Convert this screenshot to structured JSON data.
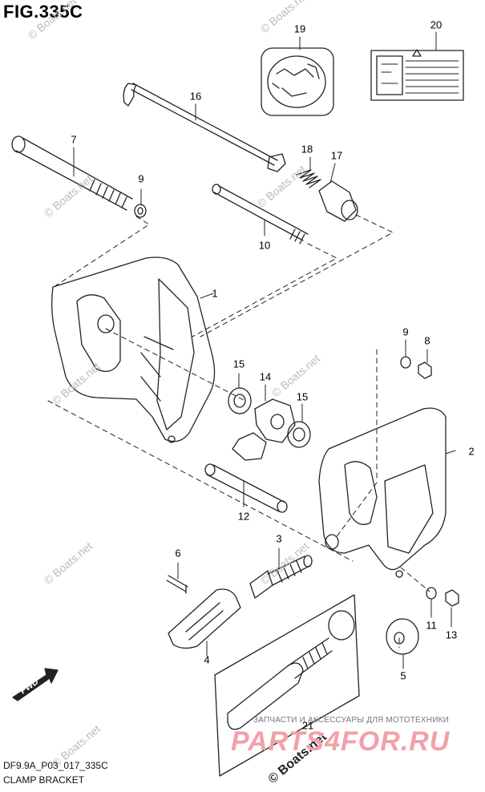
{
  "figure": {
    "title": "FIG.335C",
    "code": "DF9.9A_P03_017_335C",
    "caption": "CLAMP BRACKET"
  },
  "callouts": {
    "c1": "1",
    "c2": "2",
    "c3": "3",
    "c4": "4",
    "c5": "5",
    "c6": "6",
    "c7": "7",
    "c8": "8",
    "c9a": "9",
    "c9b": "9",
    "c10": "10",
    "c11": "11",
    "c12": "12",
    "c13": "13",
    "c14": "14",
    "c15a": "15",
    "c15b": "15",
    "c16": "16",
    "c17": "17",
    "c18": "18",
    "c19": "19",
    "c20": "20",
    "c21": "21"
  },
  "direction_marker": "FWD",
  "watermark": {
    "text": "© Boats.net",
    "shop_text": "ЗАПЧАСТИ И АКСЕССУАРЫ ДЛЯ МОТОТЕХНИКИ",
    "shop_brand": "PARTS4FOR.RU"
  },
  "colors": {
    "line": "#222222",
    "shop_brand": "#f3a0a8",
    "watermark": "#bbbbbb"
  }
}
